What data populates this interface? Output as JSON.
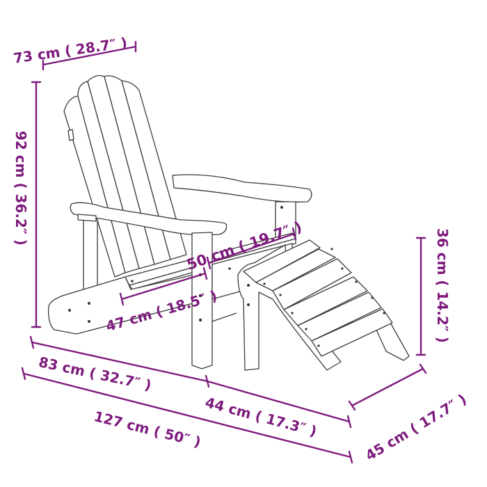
{
  "diagram": {
    "subject": "Adirondack chair with footstool - dimension drawing",
    "accent_color": "#7d1a7d",
    "line_color": "#3a3a3a",
    "dimensions": {
      "chair_width": {
        "label": "73 cm  ( 28.7″  )"
      },
      "chair_height": {
        "label": "92 cm  ( 36.2″  )"
      },
      "seat_width": {
        "label": "50 cm  ( 19.7″  )"
      },
      "seat_depth": {
        "label": "47 cm  ( 18.5″  )"
      },
      "footstool_height": {
        "label": "36 cm  ( 14.2″  )"
      },
      "chair_depth": {
        "label": "83 cm  ( 32.7″  )"
      },
      "footstool_length": {
        "label": "44 cm  ( 17.3″  )"
      },
      "total_length": {
        "label": "127 cm  ( 50″  )"
      },
      "footstool_width": {
        "label": "45 cm  ( 17.7″  )"
      }
    }
  }
}
